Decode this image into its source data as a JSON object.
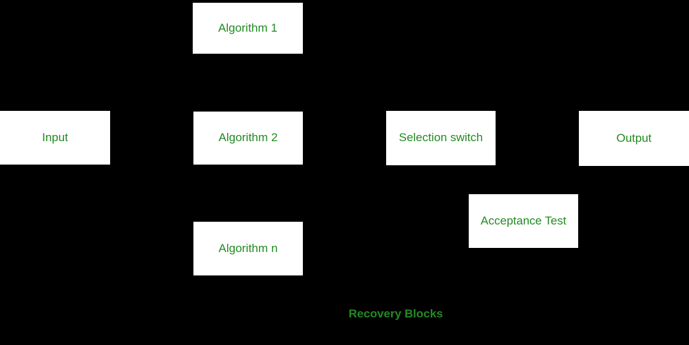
{
  "diagram": {
    "caption": "Recovery Blocks",
    "colors": {
      "background": "#000000",
      "box_fill": "#ffffff",
      "label_green": "#228B22"
    },
    "nodes": {
      "algorithm1": {
        "label": "Algorithm 1"
      },
      "input": {
        "label": "Input"
      },
      "algorithm2": {
        "label": "Algorithm 2"
      },
      "selection_switch": {
        "label": "Selection switch"
      },
      "output": {
        "label": "Output"
      },
      "algorithmn": {
        "label": "Algorithm n"
      },
      "acceptance_test": {
        "label": "Acceptance Test"
      }
    }
  }
}
